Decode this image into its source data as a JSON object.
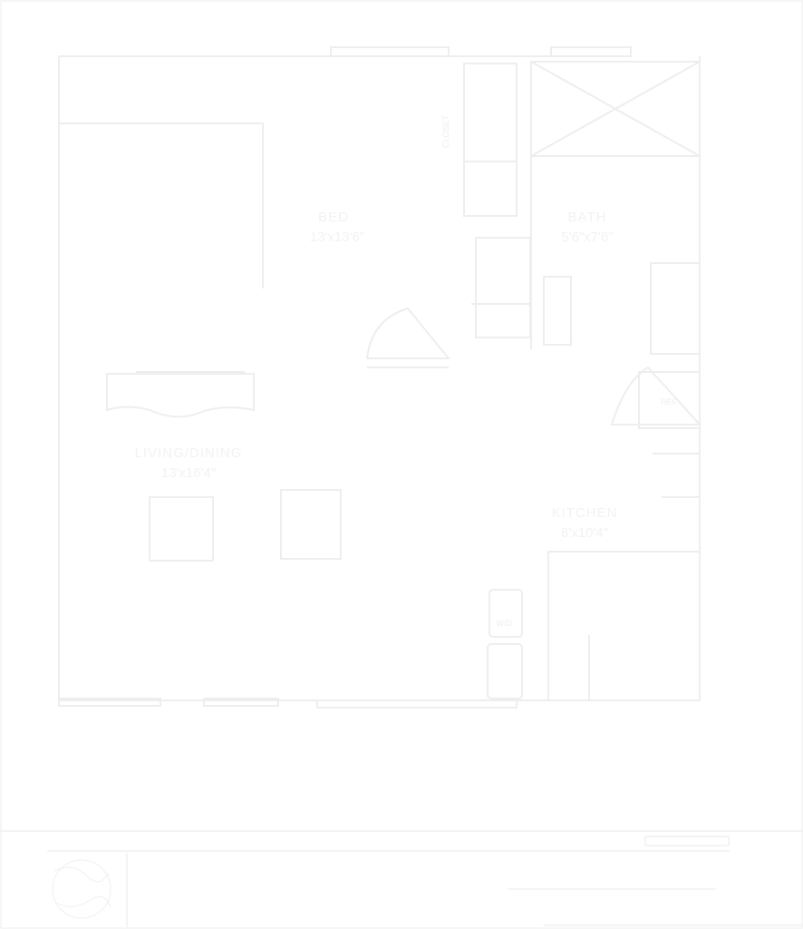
{
  "palette": {
    "background": "#ffffff",
    "line": "#eeeeee",
    "line_faint": "#f5f5f5"
  },
  "rooms": [
    {
      "id": "bed",
      "label": "BED",
      "dim": "13'x13'6\""
    },
    {
      "id": "bath",
      "label": "BATH",
      "dim": "5'6\"x7'6\""
    },
    {
      "id": "living",
      "label": "LIVING/DINING",
      "dim": "13'x16'4\""
    },
    {
      "id": "kitchen",
      "label": "KITCHEN",
      "dim": "8'x10'4\""
    }
  ],
  "fixtures": {
    "closet_label": "CLOSET",
    "laundry_label": "W/D",
    "fridge_label": "REF"
  },
  "logo": {
    "name": "logo-seal"
  }
}
